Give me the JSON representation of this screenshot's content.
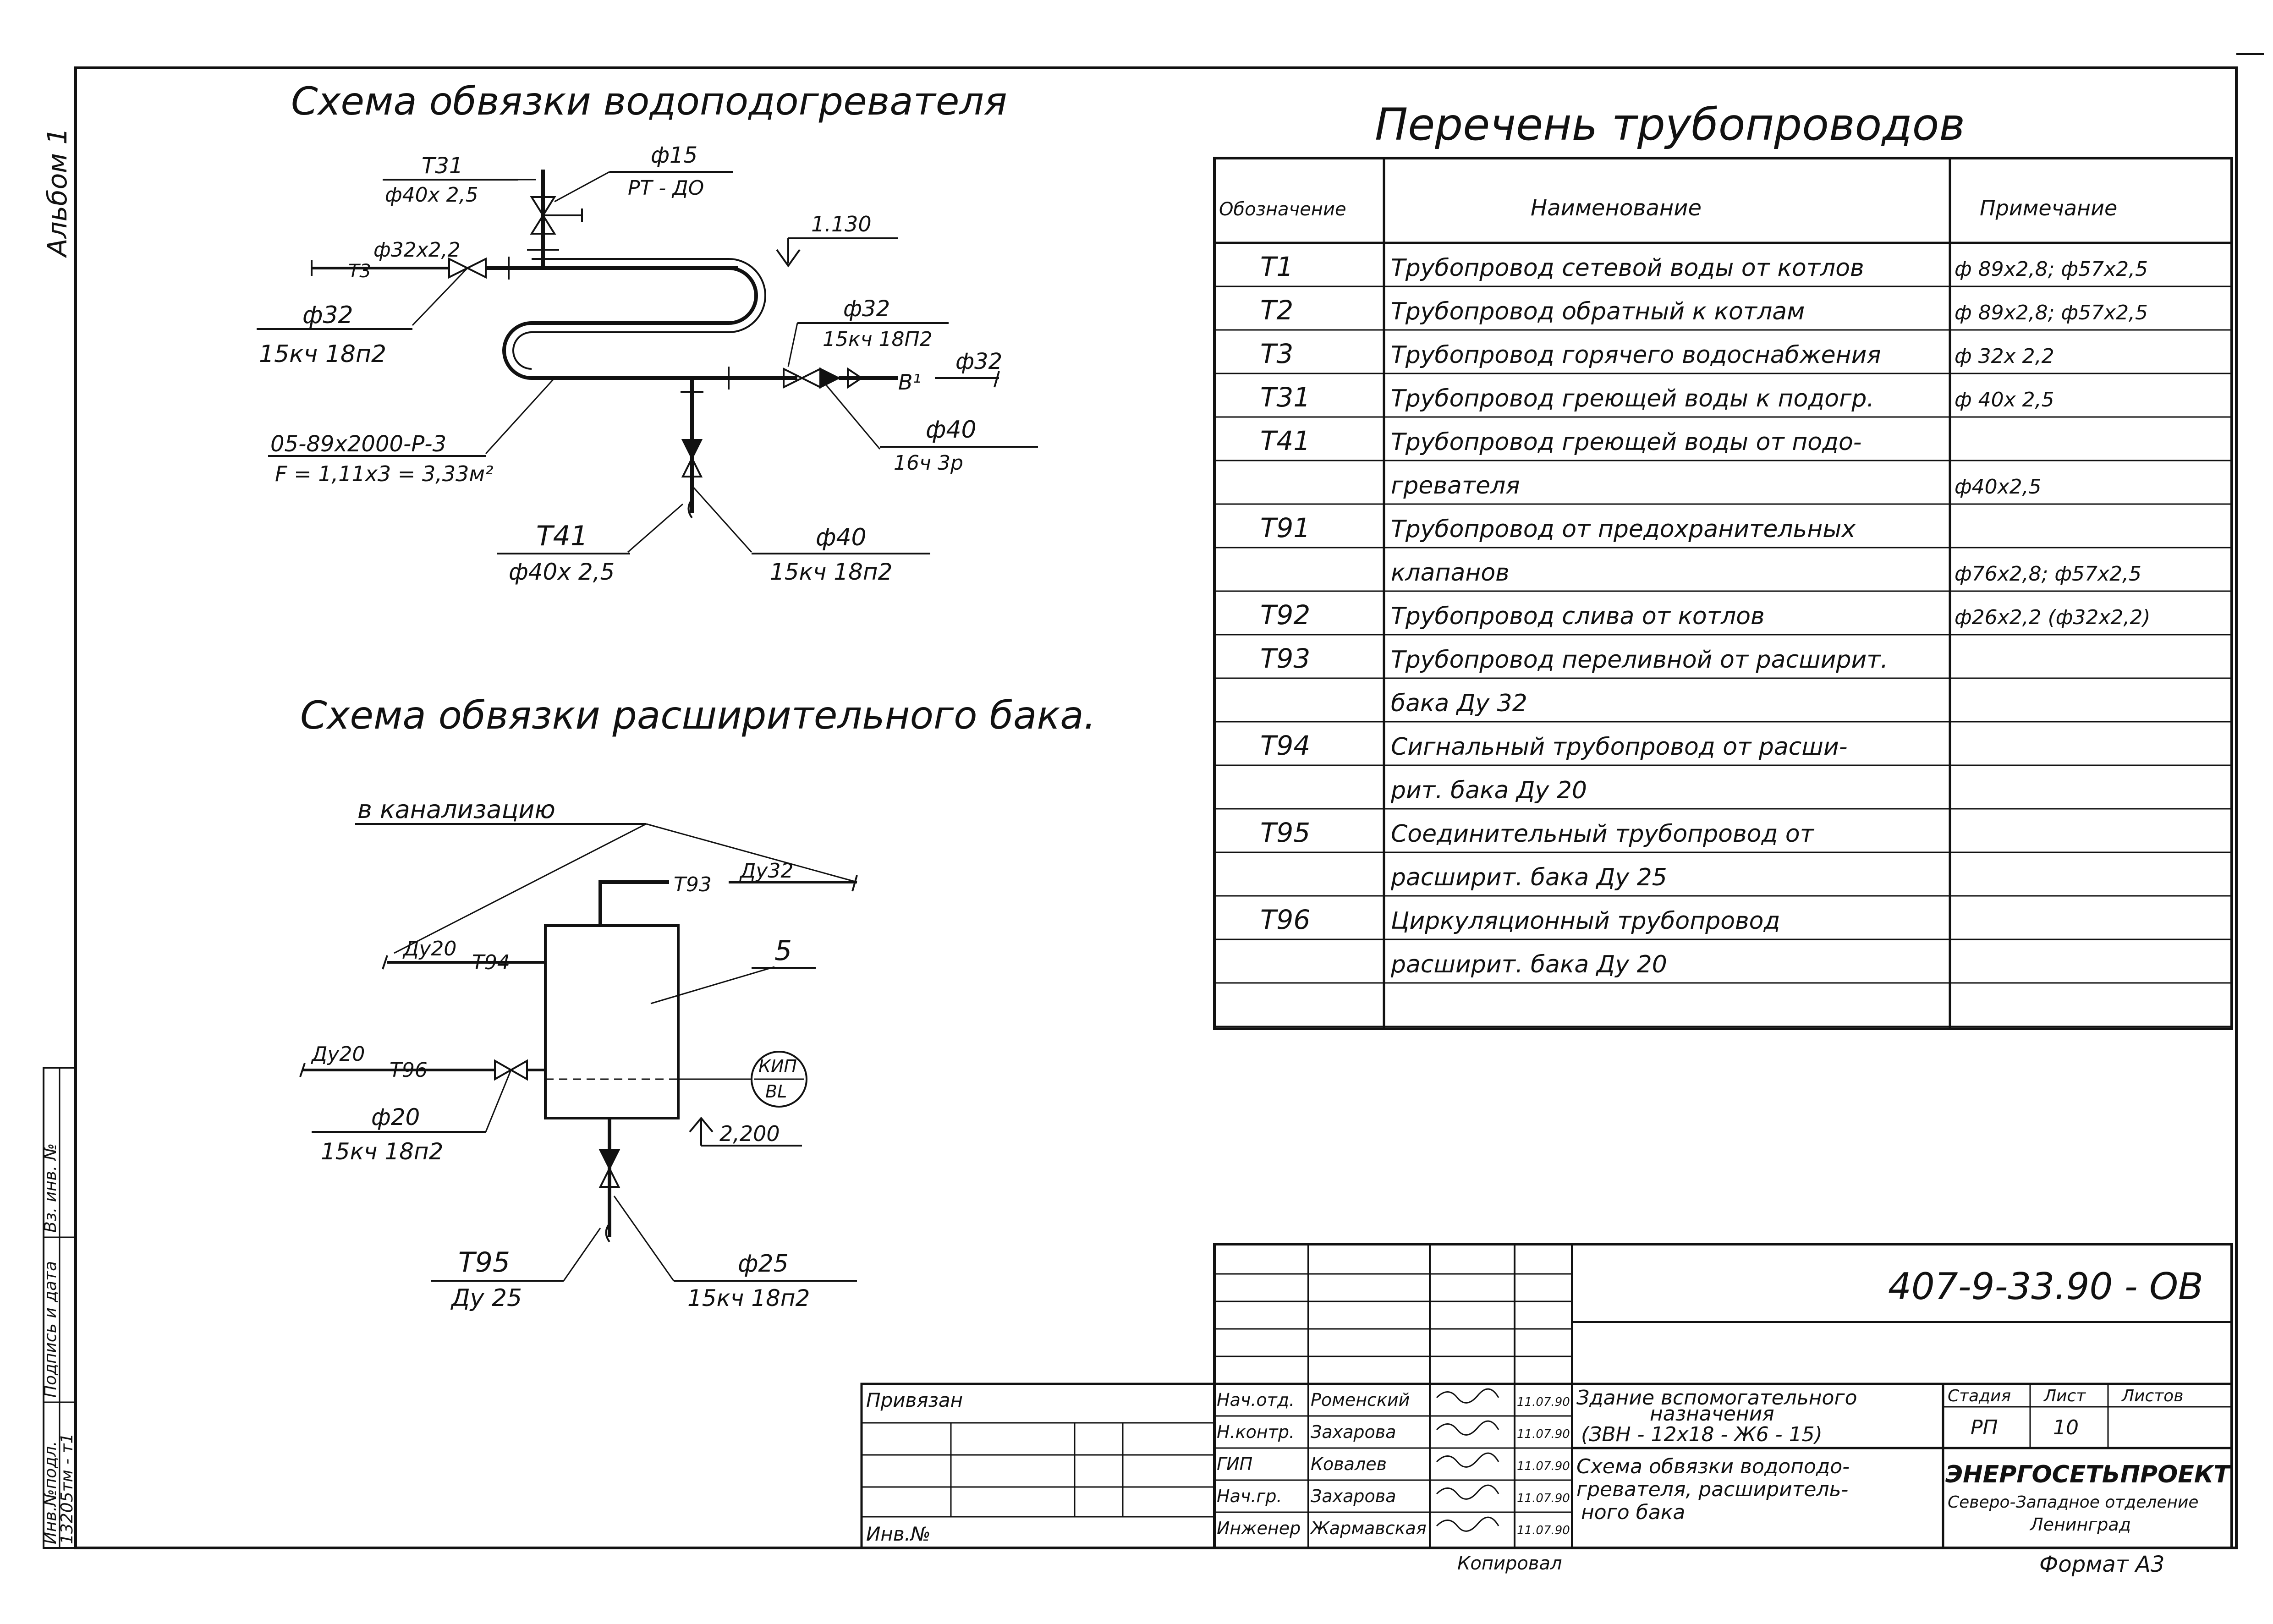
{
  "side": {
    "album": "Альбом 1",
    "inv_orig": "Инв.№подл.",
    "inv_orig_val": "13205тм - т1",
    "sign_date": "Подпись и дата",
    "inv_replace": "Вз. инв. №"
  },
  "heater_scheme": {
    "title": "Схема обвязки водоподогревателя",
    "t31": "Т31",
    "t31_d": "ф40х 2,5",
    "d15": "ф15",
    "rt": "РТ - ДО",
    "elev": "1.130",
    "d32x22": "ф32х2,2",
    "t3": "Т3",
    "d32a": "ф32",
    "v15a": "15кч 18п2",
    "d32b": "ф32",
    "v15b": "15кч 18П2",
    "d32c": "ф32",
    "b1": "В¹",
    "hx": "05-89х2000-Р-3",
    "area": "F = 1,11х3 = 3,33м²",
    "d40a": "ф40",
    "v16": "16ч 3р",
    "t41": "Т41",
    "t41_d": "ф40х 2,5",
    "d40b": "ф40",
    "v15c": "15кч 18п2"
  },
  "tank_scheme": {
    "title": "Схема обвязки расширительного бака.",
    "sewer": "в канализацию",
    "t93": "Т93",
    "du32": "Ду32",
    "du20a": "Ду20",
    "t94": "Т94",
    "pos": "5",
    "du20b": "Ду20",
    "t96": "Т96",
    "kip1": "КИП",
    "kip2": "BL",
    "d20": "ф20",
    "v15": "15кч 18п2",
    "elev": "2,200",
    "t95": "Т95",
    "du25": "Ду 25",
    "d25": "ф25",
    "v15b": "15кч 18п2"
  },
  "pipe_list": {
    "title": "Перечень трубопроводов",
    "headers": [
      "Обозначение",
      "Наименование",
      "Примечание"
    ],
    "rows": [
      [
        "Т1",
        "Трубопровод сетевой воды от котлов",
        "ф 89х2,8; ф57х2,5"
      ],
      [
        "Т2",
        "Трубопровод обратный к котлам",
        "ф 89х2,8; ф57х2,5"
      ],
      [
        "Т3",
        "Трубопровод горячего водоснабжения",
        "ф 32х 2,2"
      ],
      [
        "Т31",
        "Трубопровод греющей воды к подогр.",
        "ф 40х 2,5"
      ],
      [
        "Т41",
        "Трубопровод греющей воды от подо-",
        ""
      ],
      [
        "",
        "гревателя",
        "ф40х2,5"
      ],
      [
        "Т91",
        "Трубопровод от предохранительных",
        ""
      ],
      [
        "",
        "клапанов",
        "ф76х2,8; ф57х2,5"
      ],
      [
        "Т92",
        "Трубопровод слива от котлов",
        "ф26х2,2 (ф32х2,2)"
      ],
      [
        "Т93",
        "Трубопровод переливной от расширит.",
        ""
      ],
      [
        "",
        "бака  Ду 32",
        ""
      ],
      [
        "Т94",
        "Сигнальный трубопровод от расши-",
        ""
      ],
      [
        "",
        "рит. бака  Ду 20",
        ""
      ],
      [
        "Т95",
        "Соединительный трубопровод от",
        ""
      ],
      [
        "",
        "расширит. бака  Ду 25",
        ""
      ],
      [
        "Т96",
        "Циркуляционный трубопровод",
        ""
      ],
      [
        "",
        "расширит. бака  Ду 20",
        ""
      ],
      [
        "",
        "",
        ""
      ]
    ]
  },
  "stamp": {
    "doc_code": "407-9-33.90 - ОВ",
    "bound": "Привязан",
    "inv_no": "Инв.№",
    "roles": [
      "Нач.отд.",
      "Н.контр.",
      "ГИП",
      "Нач.гр.",
      "Инженер"
    ],
    "names": [
      "Роменский",
      "Захарова",
      "Ковалев",
      "Захарова",
      "Жармавская"
    ],
    "dates": [
      "11.07.90",
      "11.07.90",
      "11.07.90",
      "11.07.90",
      "11.07.90"
    ],
    "building": [
      "Здание вспомогательного",
      "назначения",
      "(ЗВН - 12х18 - Ж6 - 15)"
    ],
    "sheet_title": [
      "Схема обвязки водоподо-",
      "гревателя, расширитель-",
      "ного бака"
    ],
    "stage_h": "Стадия",
    "sheet_h": "Лист",
    "sheets_h": "Листов",
    "stage": "РП",
    "sheet": "10",
    "org": [
      "ЭНЕРГОСЕТЬПРОЕКТ",
      "Северо-Западное отделение",
      "Ленинград"
    ]
  },
  "footer": {
    "copied": "Копировал",
    "format": "Формат А3"
  }
}
